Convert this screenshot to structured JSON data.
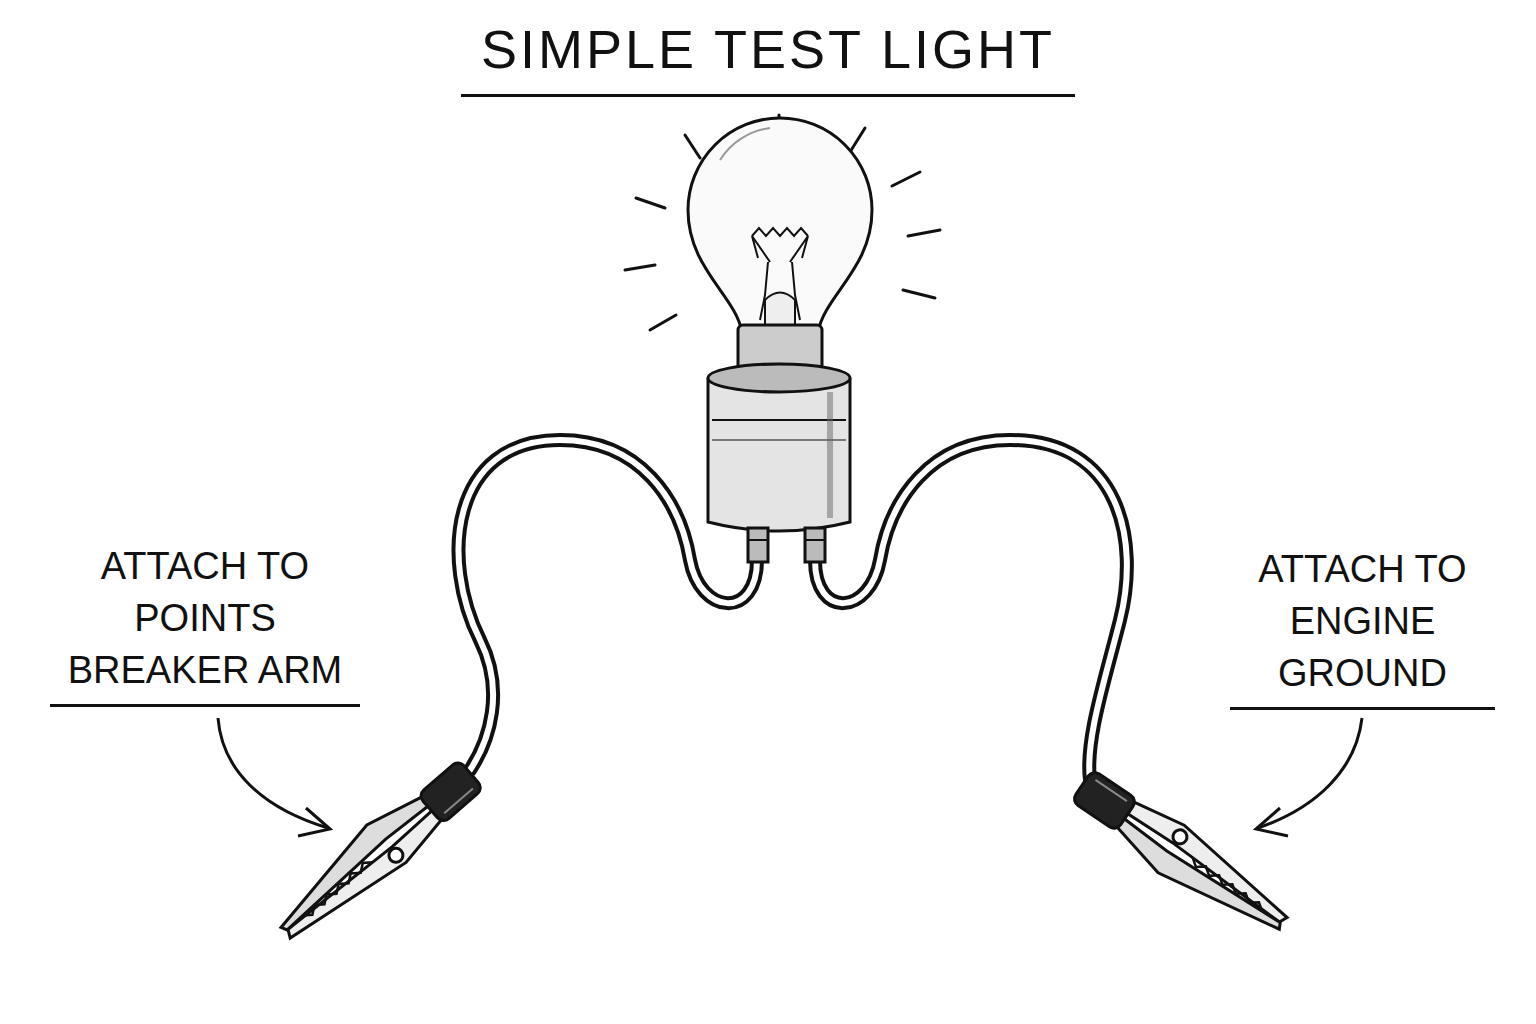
{
  "diagram": {
    "title": "SIMPLE TEST LIGHT",
    "labels": [
      "ATTACH TO POINTS BREAKER ARM",
      "ATTACH TO ENGINE GROUND"
    ]
  }
}
